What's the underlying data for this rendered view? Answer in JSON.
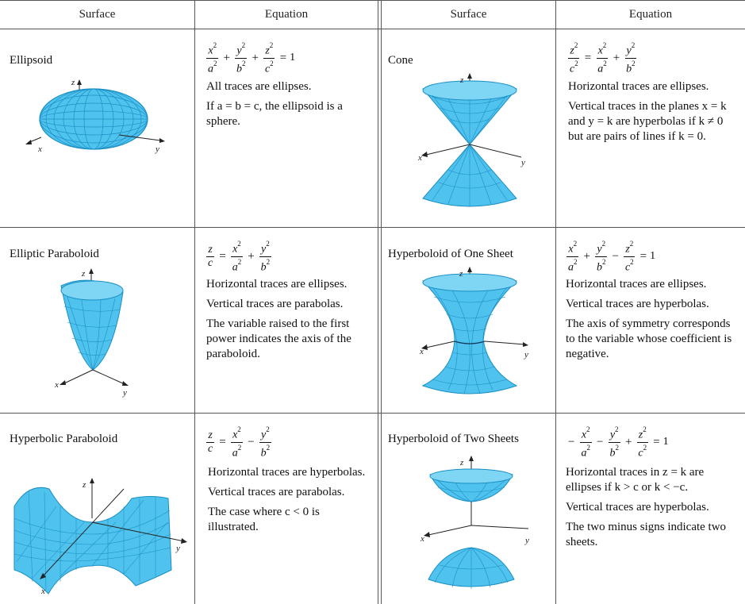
{
  "header": {
    "surface_label": "Surface",
    "equation_label": "Equation"
  },
  "rows": [
    {
      "left": {
        "name": "Ellipsoid",
        "equation": {
          "t1_num": "x",
          "t1_den": "a",
          "t2_num": "y",
          "t2_den": "b",
          "t3_num": "z",
          "t3_den": "c",
          "rhs": "1",
          "op1": "+",
          "op2": "+"
        },
        "notes": [
          "All traces are ellipses.",
          "If a = b = c, the ellipsoid is a sphere."
        ]
      },
      "right": {
        "name": "Cone",
        "equation": {
          "lhs_num": "z",
          "lhs_den": "c",
          "t1_num": "x",
          "t1_den": "a",
          "t2_num": "y",
          "t2_den": "b",
          "op1": "+"
        },
        "notes": [
          "Horizontal traces are ellipses.",
          "Vertical traces in the planes x = k and y = k are hyperbolas if k ≠ 0 but are pairs of lines if k = 0."
        ]
      }
    },
    {
      "left": {
        "name": "Elliptic Paraboloid",
        "equation": {
          "lhs_num": "z",
          "lhs_den": "c",
          "t1_num": "x",
          "t1_den": "a",
          "t2_num": "y",
          "t2_den": "b",
          "op1": "+"
        },
        "notes": [
          "Horizontal traces are ellipses.",
          "Vertical traces are parabolas.",
          "The variable raised to the first power indicates the axis of the paraboloid."
        ]
      },
      "right": {
        "name": "Hyperboloid of One Sheet",
        "equation": {
          "t1_num": "x",
          "t1_den": "a",
          "t2_num": "y",
          "t2_den": "b",
          "t3_num": "z",
          "t3_den": "c",
          "rhs": "1",
          "op1": "+",
          "op2": "−"
        },
        "notes": [
          "Horizontal traces are ellipses.",
          "Vertical traces are hyperbolas.",
          "The axis of symmetry corresponds to the variable whose coefficient is negative."
        ]
      }
    },
    {
      "left": {
        "name": "Hyperbolic Paraboloid",
        "equation": {
          "lhs_num": "z",
          "lhs_den": "c",
          "t1_num": "x",
          "t1_den": "a",
          "t2_num": "y",
          "t2_den": "b",
          "op1": "−"
        },
        "notes": [
          "Horizontal traces are hyperbolas.",
          "Vertical traces are parabolas.",
          "The case where c < 0 is illustrated."
        ]
      },
      "right": {
        "name": "Hyperboloid of Two Sheets",
        "equation": {
          "lead": "−",
          "t1_num": "x",
          "t1_den": "a",
          "t2_num": "y",
          "t2_den": "b",
          "t3_num": "z",
          "t3_den": "c",
          "rhs": "1",
          "op1": "−",
          "op2": "+"
        },
        "notes": [
          "Horizontal traces in z = k are ellipses if k > c or k < −c.",
          "Vertical traces are hyperbolas.",
          "The two minus signs indicate two sheets."
        ]
      }
    }
  ],
  "axis_labels": {
    "x": "x",
    "y": "y",
    "z": "z"
  },
  "exponent": "2",
  "colors": {
    "surface_fill": "#4fc3ee",
    "surface_mesh": "#1a8fc4",
    "grid_line": "#555555"
  }
}
